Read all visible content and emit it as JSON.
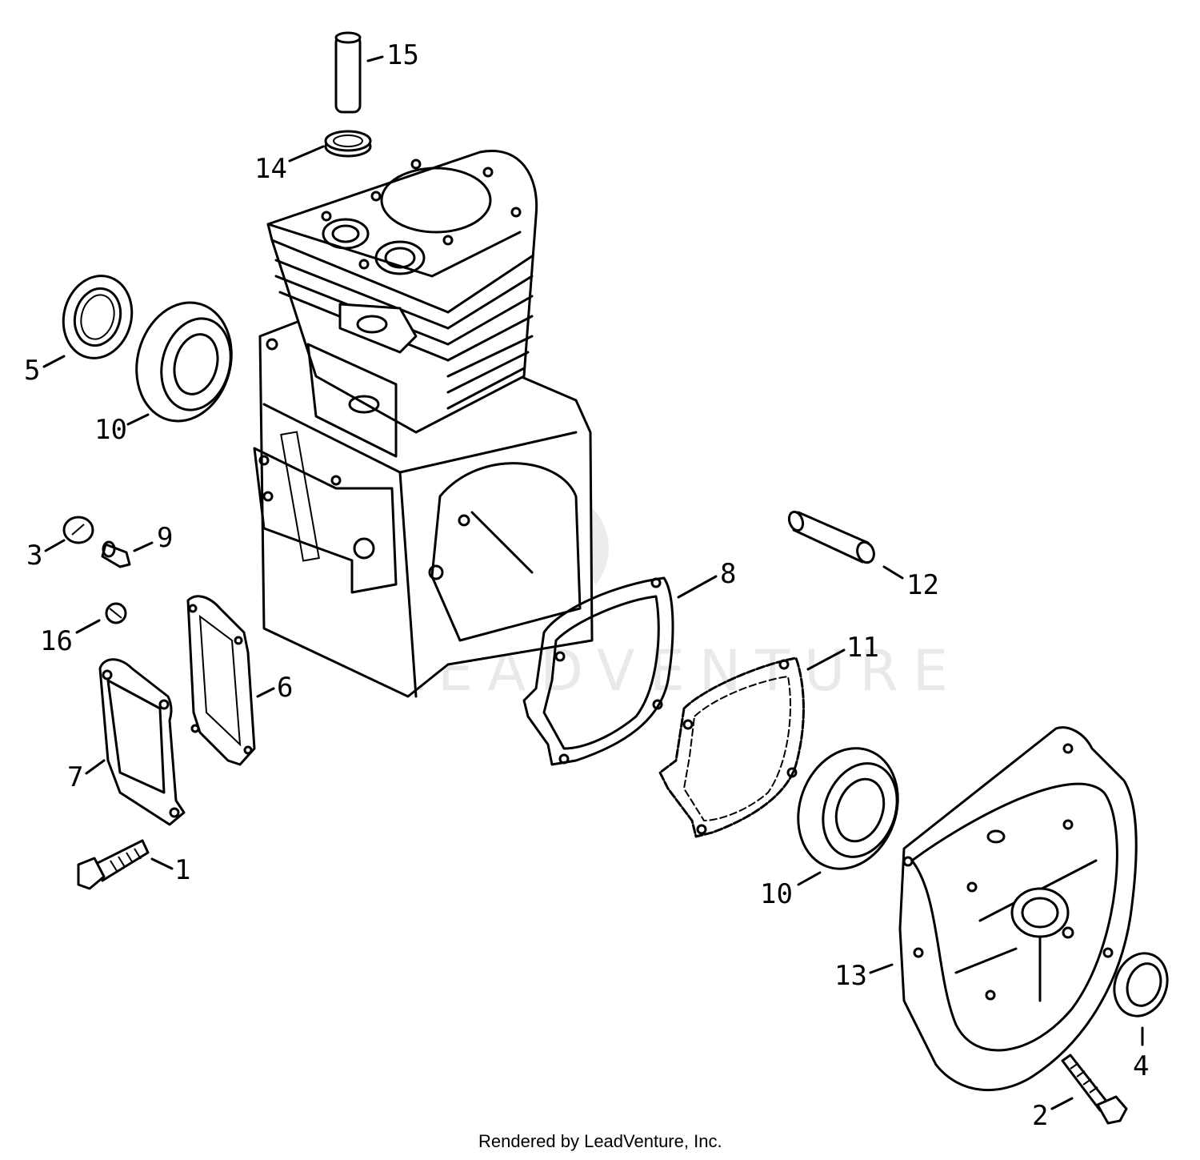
{
  "watermark": "LEADVENTURE",
  "credit": "Rendered by LeadVenture, Inc.",
  "callouts": [
    "15",
    "14",
    "5",
    "10",
    "3",
    "9",
    "16",
    "6",
    "7",
    "1",
    "8",
    "12",
    "11",
    "10",
    "13",
    "4",
    "2"
  ]
}
